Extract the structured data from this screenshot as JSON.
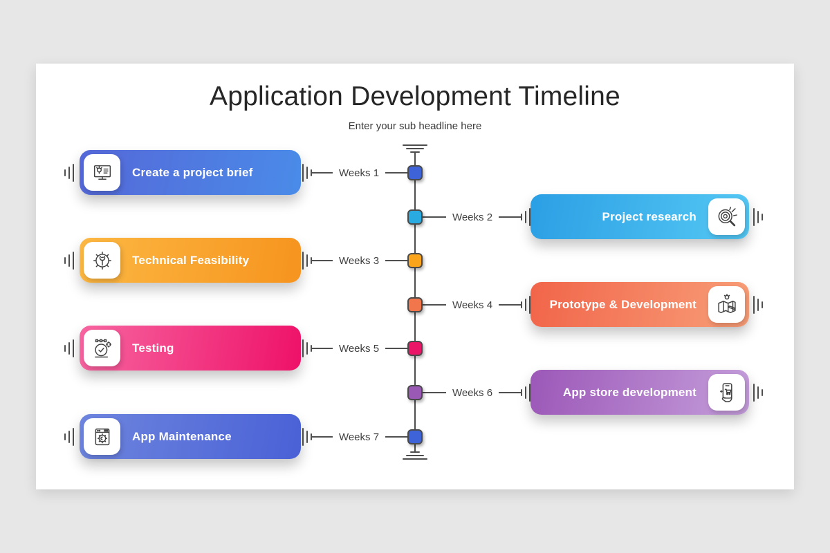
{
  "page": {
    "title": "Application Development Timeline",
    "subtitle": "Enter your sub headline here"
  },
  "colors": {
    "background": "#e7e7e7",
    "canvas": "#ffffff",
    "line": "#4f4f4f",
    "title_text": "#262626",
    "card_text": "#ffffff"
  },
  "timeline": {
    "steps": [
      {
        "week": "Weeks 1",
        "side": "left",
        "title": "Create a project brief",
        "icon": "brief-icon",
        "gradient": [
          "#5568d8",
          "#4a8be8"
        ],
        "node": "#3e63d8"
      },
      {
        "week": "Weeks 2",
        "side": "right",
        "title": "Project research",
        "icon": "research-icon",
        "gradient": [
          "#2b9fe4",
          "#55c8f4"
        ],
        "node": "#29abe2"
      },
      {
        "week": "Weeks 3",
        "side": "left",
        "title": "Technical Feasibility",
        "icon": "feasibility-icon",
        "gradient": [
          "#fcb843",
          "#f6941e"
        ],
        "node": "#f9a41b"
      },
      {
        "week": "Weeks 4",
        "side": "right",
        "title": "Prototype & Development",
        "icon": "prototype-icon",
        "gradient": [
          "#f1654a",
          "#f89e78"
        ],
        "node": "#f2764b"
      },
      {
        "week": "Weeks 5",
        "side": "left",
        "title": "Testing",
        "icon": "testing-icon",
        "gradient": [
          "#f765a0",
          "#ee1168"
        ],
        "node": "#ea1566"
      },
      {
        "week": "Weeks 6",
        "side": "right",
        "title": "App store development",
        "icon": "appstore-icon",
        "gradient": [
          "#9c58b8",
          "#c49dda"
        ],
        "node": "#9b59b6"
      },
      {
        "week": "Weeks 7",
        "side": "left",
        "title": "App Maintenance",
        "icon": "maintenance-icon",
        "gradient": [
          "#6e85de",
          "#4961d6"
        ],
        "node": "#3e63d8"
      }
    ]
  }
}
